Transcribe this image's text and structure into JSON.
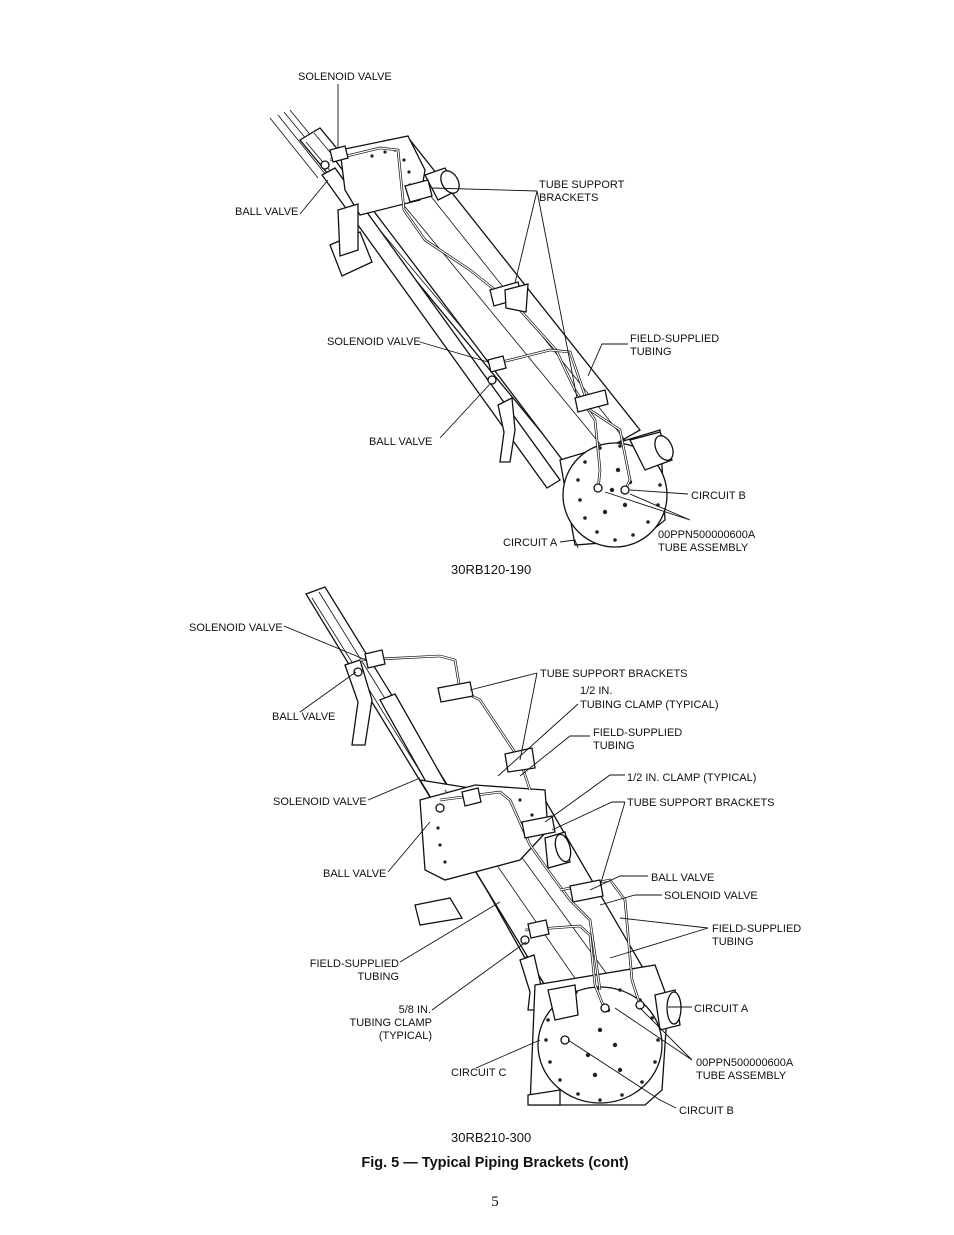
{
  "diagram_top": {
    "caption": "30RB120-190",
    "labels": {
      "solenoid_valve_1": "SOLENOID VALVE",
      "ball_valve_1": "BALL VALVE",
      "tube_support_brackets": [
        "TUBE SUPPORT",
        "BRACKETS"
      ],
      "solenoid_valve_2": "SOLENOID VALVE",
      "field_supplied_tubing": [
        "FIELD-SUPPLIED",
        "TUBING"
      ],
      "ball_valve_2": "BALL VALVE",
      "circuit_b": "CIRCUIT B",
      "tube_assembly": [
        "00PPN500000600A",
        "TUBE ASSEMBLY"
      ],
      "circuit_a": "CIRCUIT A"
    }
  },
  "diagram_bottom": {
    "caption": "30RB210-300",
    "labels": {
      "solenoid_valve_1": "SOLENOID VALVE",
      "tube_support_brackets_1": "TUBE SUPPORT BRACKETS",
      "tubing_clamp_half": [
        "1/2 IN.",
        "TUBING CLAMP (TYPICAL)"
      ],
      "ball_valve_1": "BALL VALVE",
      "field_supplied_tubing_1": [
        "FIELD-SUPPLIED",
        "TUBING"
      ],
      "clamp_half": "1/2 IN. CLAMP (TYPICAL)",
      "solenoid_valve_2": "SOLENOID VALVE",
      "tube_support_brackets_2": "TUBE SUPPORT BRACKETS",
      "ball_valve_2": "BALL VALVE",
      "ball_valve_3": "BALL VALVE",
      "solenoid_valve_3": "SOLENOID VALVE",
      "field_supplied_tubing_2": [
        "FIELD-SUPPLIED",
        "TUBING"
      ],
      "field_supplied_tubing_3": [
        "FIELD-SUPPLIED",
        "TUBING"
      ],
      "tubing_clamp_five_eighths": [
        "5/8 IN.",
        "TUBING CLAMP",
        "(TYPICAL)"
      ],
      "circuit_a": "CIRCUIT A",
      "tube_assembly": [
        "00PPN500000600A",
        "TUBE ASSEMBLY"
      ],
      "circuit_c": "CIRCUIT C",
      "circuit_b": "CIRCUIT B"
    }
  },
  "figure_caption": "Fig. 5 — Typical Piping Brackets (cont)",
  "page_number": "5"
}
